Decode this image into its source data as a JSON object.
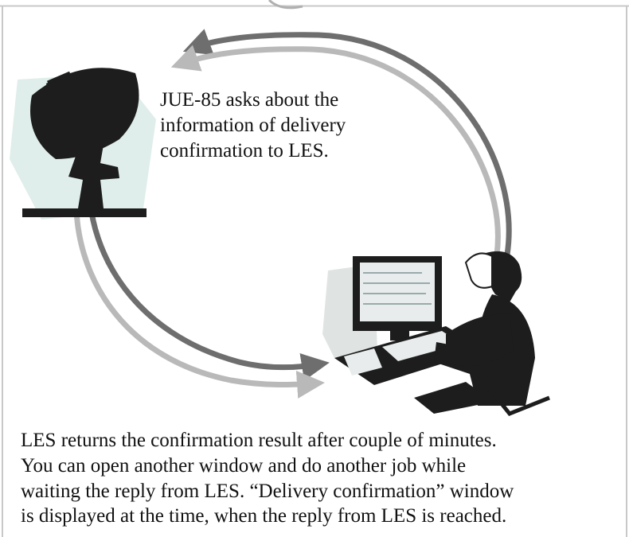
{
  "colors": {
    "arrow_dark": "#6e6e6e",
    "arrow_light": "#b9b9b9",
    "figure_black": "#1d1d1d",
    "dish_glow": "#dfeeea",
    "border": "#c8c8c8"
  },
  "icons": {
    "satellite_dish": "satellite-dish-icon",
    "user_at_computer": "user-at-computer-icon"
  },
  "top_caption": "JUE-85 asks about the information of delivery confirmation to LES.",
  "bottom_caption": {
    "line1": "LES returns the confirmation result after couple of minutes.",
    "line2": "You can open another window and do another job while",
    "line3": "waiting the reply from LES. “Delivery confirmation” window",
    "line4": "is displayed at the time, when the reply from LES is reached."
  }
}
